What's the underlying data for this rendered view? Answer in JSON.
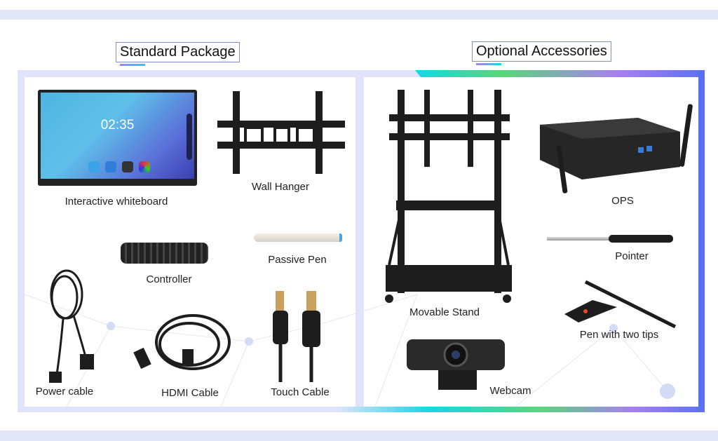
{
  "sections": {
    "standard": {
      "title": "Standard Package",
      "items": {
        "whiteboard": "Interactive whiteboard",
        "wall_hanger": "Wall Hanger",
        "passive_pen": "Passive Pen",
        "controller": "Controller",
        "power_cable": "Power cable",
        "hdmi_cable": "HDMI Cable",
        "touch_cable": "Touch Cable"
      }
    },
    "optional": {
      "title": "Optional Accessories",
      "items": {
        "stand": "Movable Stand",
        "ops": "OPS",
        "pointer": "Pointer",
        "pen_two_tips": "Pen with two tips",
        "webcam": "Webcam"
      }
    }
  },
  "whiteboard_screen": {
    "time": "02:35"
  },
  "colors": {
    "frame": "#e1e3fa",
    "accent_blue": "#5a6ff2",
    "cyan": "#17d6e6",
    "green": "#5ad67a",
    "purple": "#a97ff0"
  }
}
